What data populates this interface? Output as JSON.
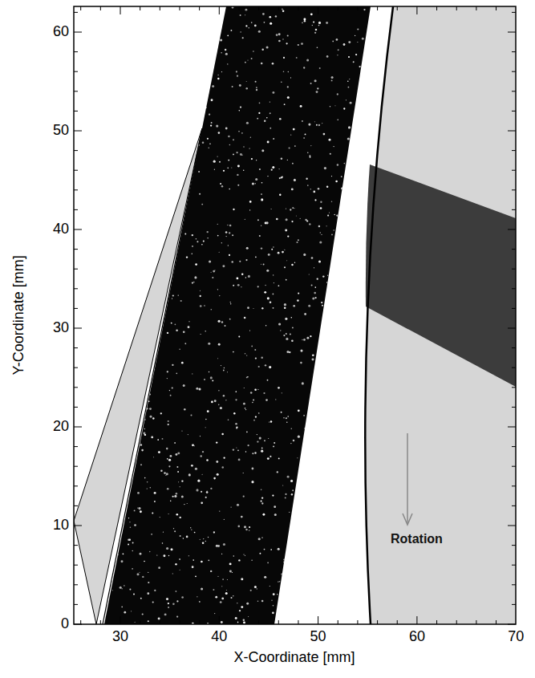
{
  "diagram": {
    "labels": [
      "0",
      "10",
      "20",
      "30",
      "40",
      "50",
      "60",
      "30",
      "40",
      "50",
      "60",
      "70",
      "X-Coordinate [mm]",
      "Y-Coordinate [mm]",
      "Rotation"
    ]
  }
}
